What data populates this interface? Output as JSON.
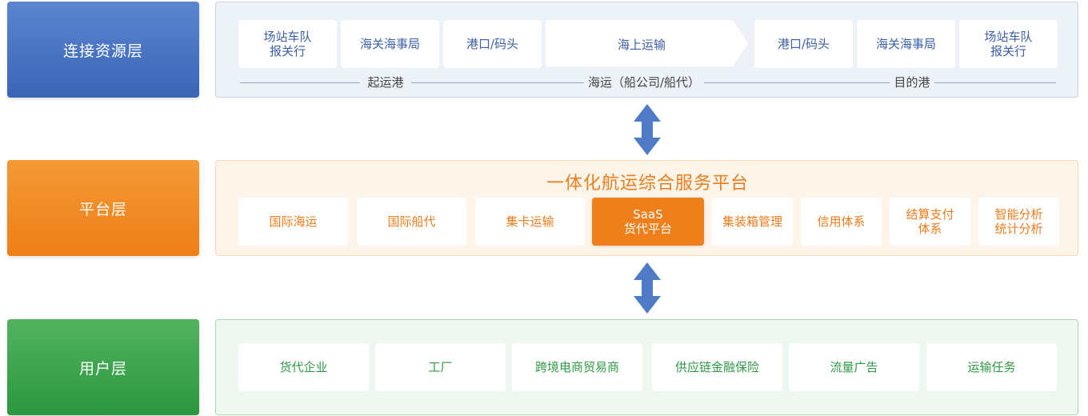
{
  "layers": {
    "resource": {
      "label": "连接资源层"
    },
    "platform": {
      "label": "平台层"
    },
    "user": {
      "label": "用户层"
    }
  },
  "resource": {
    "cards": [
      "场站车队\n报关行",
      "海关海事局",
      "港口/码头",
      "海上运输",
      "港口/码头",
      "海关海事局",
      "场站车队\n报关行"
    ],
    "sections": [
      "起运港",
      "海运（船公司/船代）",
      "目的港"
    ]
  },
  "platform": {
    "title": "一体化航运综合服务平台",
    "cards": [
      "国际海运",
      "国际船代",
      "集卡运输",
      "SaaS\n货代平台",
      "集装箱管理",
      "信用体系",
      "结算支付\n体系",
      "智能分析\n统计分析"
    ],
    "active_index": 3
  },
  "user": {
    "cards": [
      "货代企业",
      "工厂",
      "跨境电商贸易商",
      "供应链金融保险",
      "流量广告",
      "运输任务"
    ]
  },
  "colors": {
    "resource_accent": "#3a64b6",
    "platform_accent": "#ee7e16",
    "user_accent": "#2c9640",
    "connector_arrow": "#4f7bc6"
  }
}
